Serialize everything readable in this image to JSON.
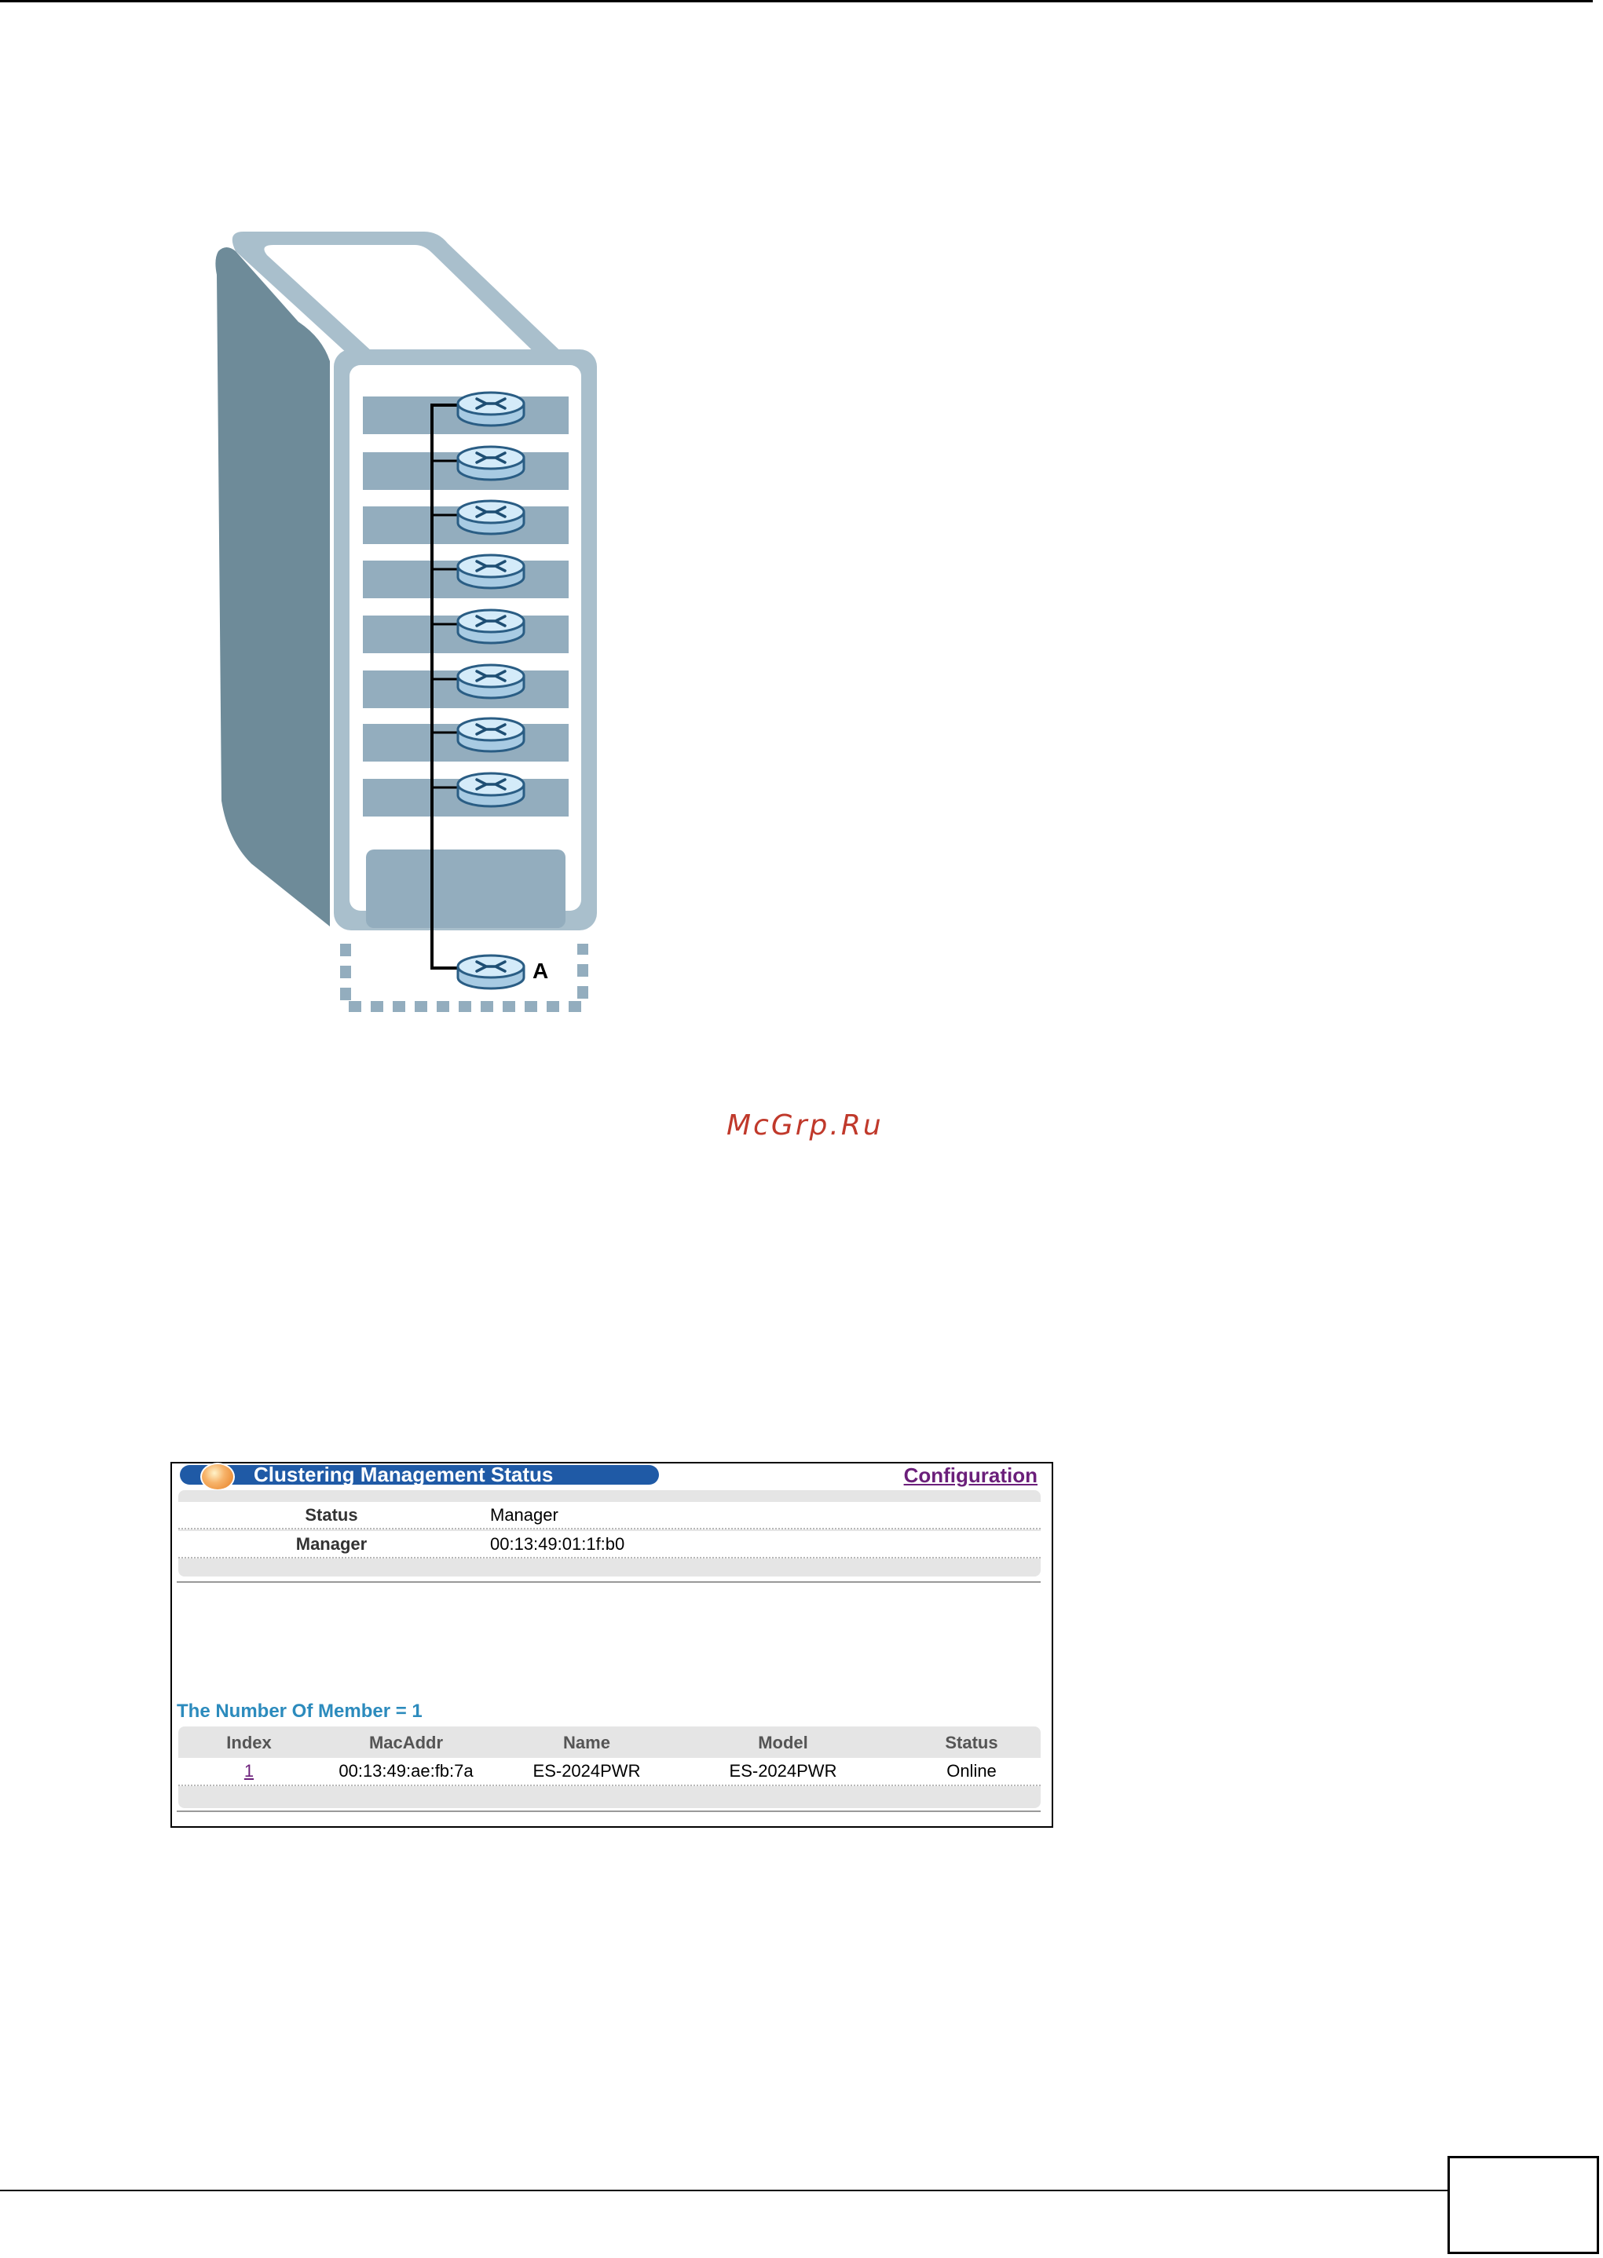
{
  "figure": {
    "switch_label": "A",
    "switch_count": 8,
    "colors": {
      "cabinet_side": "#6e8b99",
      "cabinet_frame": "#a9bfcc",
      "shelf": "#93adbe",
      "switch_body": "#bcdcf0"
    }
  },
  "watermark": "McGrp.Ru",
  "screen": {
    "title": "Clustering Management Status",
    "config_link": "Configuration",
    "status_rows": [
      {
        "label": "Status",
        "value": "Manager"
      },
      {
        "label": "Manager",
        "value": "00:13:49:01:1f:b0"
      }
    ],
    "member_count_text": "The Number Of Member = 1",
    "member_table": {
      "headers": [
        "Index",
        "MacAddr",
        "Name",
        "Model",
        "Status"
      ],
      "rows": [
        {
          "index": "1",
          "mac": "00:13:49:ae:fb:7a",
          "name": "ES-2024PWR",
          "model": "ES-2024PWR",
          "status": "Online"
        }
      ]
    },
    "colors": {
      "title_bar": "#1f5aa6",
      "link": "#6b1f7a",
      "count_text": "#2c8bbd"
    }
  }
}
